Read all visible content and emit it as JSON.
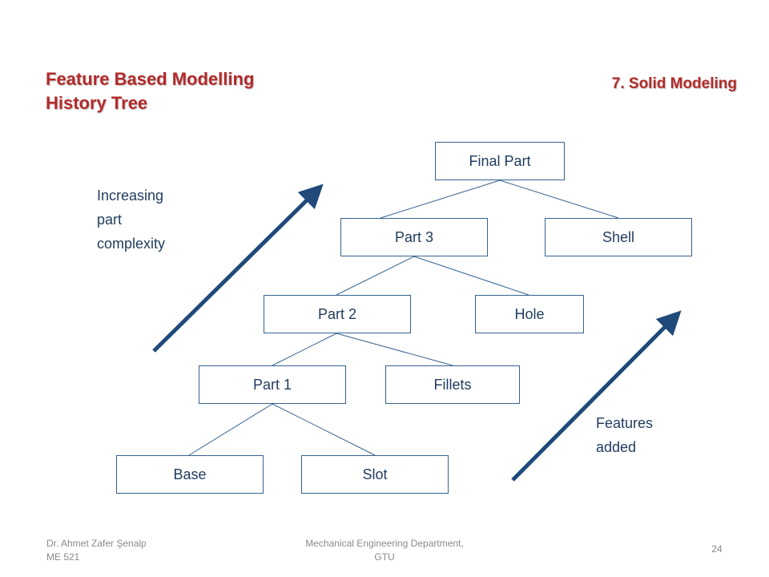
{
  "header": {
    "title_line1": "Feature Based Modelling",
    "title_line2": "History Tree",
    "section": "7. Solid Modeling"
  },
  "tree": {
    "final_part": "Final Part",
    "part3": "Part 3",
    "shell": "Shell",
    "part2": "Part 2",
    "hole": "Hole",
    "part1": "Part 1",
    "fillets": "Fillets",
    "base": "Base",
    "slot": "Slot"
  },
  "notes": {
    "complexity_line1": "Increasing",
    "complexity_line2": "part",
    "complexity_line3": "complexity",
    "features_line1": "Features",
    "features_line2": "added"
  },
  "footer": {
    "author": "Dr. Ahmet Zafer Şenalp",
    "course": "ME 521",
    "dept_line1": "Mechanical Engineering Department,",
    "dept_line2": "GTU",
    "page": "24"
  },
  "colors": {
    "title": "#b32a2a",
    "node_border": "#35628f",
    "text": "#1f3b5c",
    "arrow": "#1f4a7a"
  }
}
